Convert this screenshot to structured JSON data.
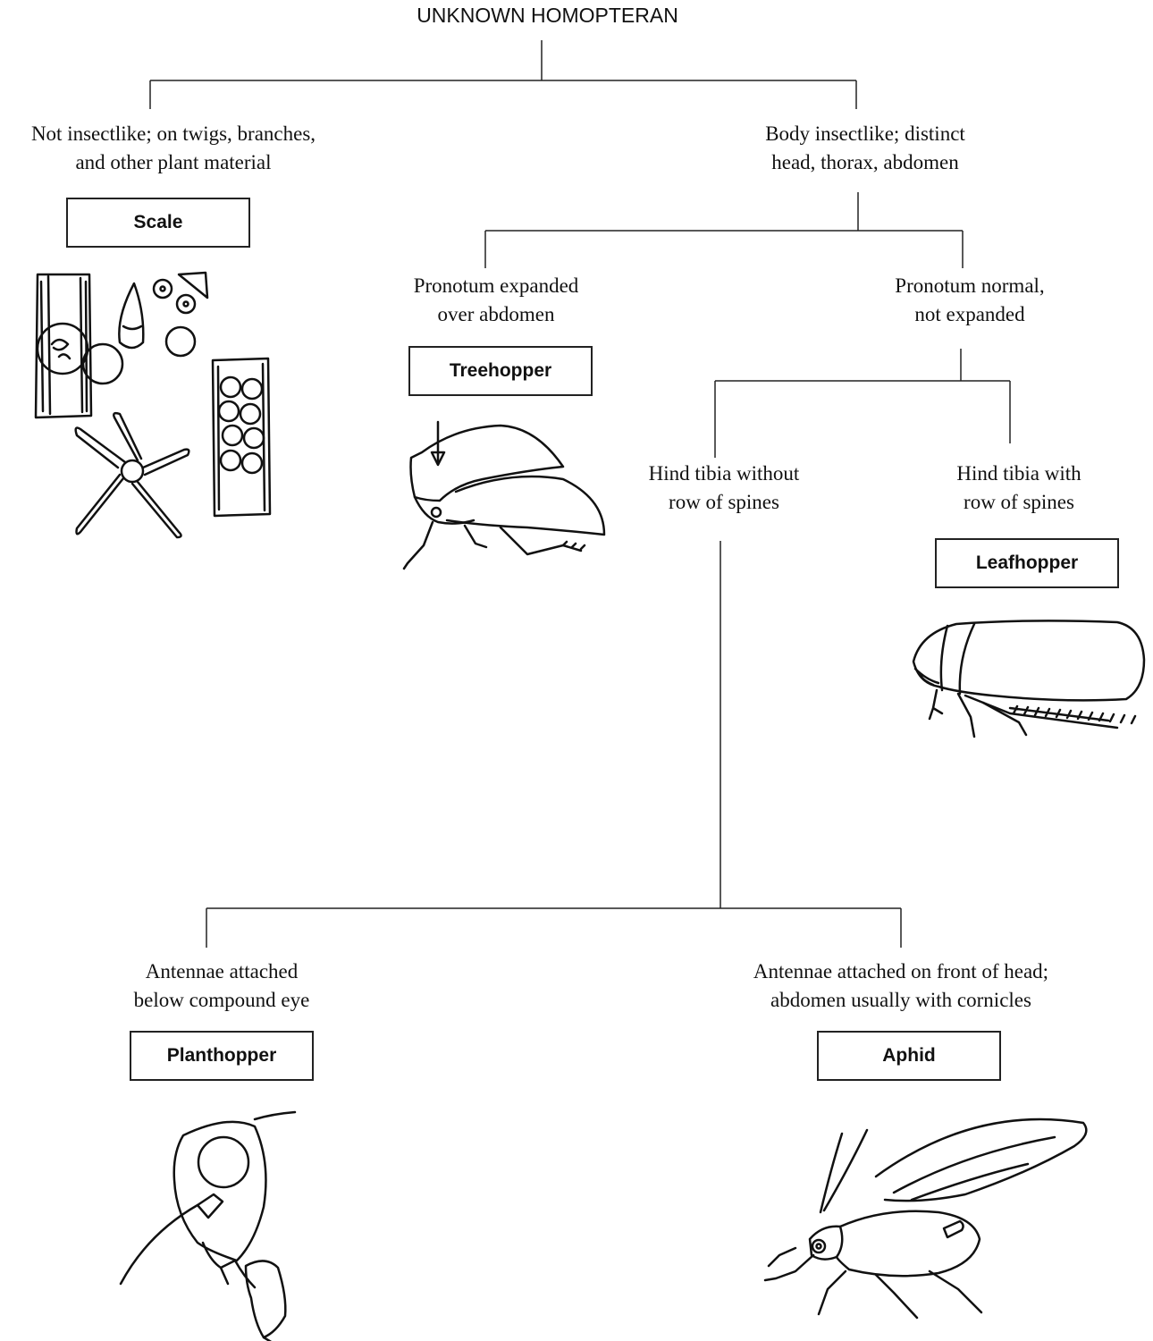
{
  "title": "UNKNOWN HOMOPTERAN",
  "nodes": {
    "scale": {
      "desc": [
        "Not insectlike; on twigs, branches,",
        "and other plant material"
      ],
      "label": "Scale"
    },
    "insectlike": {
      "desc": [
        "Body insectlike; distinct",
        "head, thorax, abdomen"
      ]
    },
    "treehopper": {
      "desc": [
        "Pronotum expanded",
        "over abdomen"
      ],
      "label": "Treehopper"
    },
    "pronotum_normal": {
      "desc": [
        "Pronotum normal,",
        "not expanded"
      ]
    },
    "no_spines": {
      "desc": [
        "Hind tibia without",
        "row of spines"
      ]
    },
    "leafhopper": {
      "desc": [
        "Hind tibia with",
        "row of spines"
      ],
      "label": "Leafhopper"
    },
    "planthopper": {
      "desc": [
        "Antennae attached",
        "below compound eye"
      ],
      "label": "Planthopper"
    },
    "aphid": {
      "desc": [
        "Antennae attached on front of head;",
        "abdomen usually with cornicles"
      ],
      "label": "Aphid"
    }
  }
}
